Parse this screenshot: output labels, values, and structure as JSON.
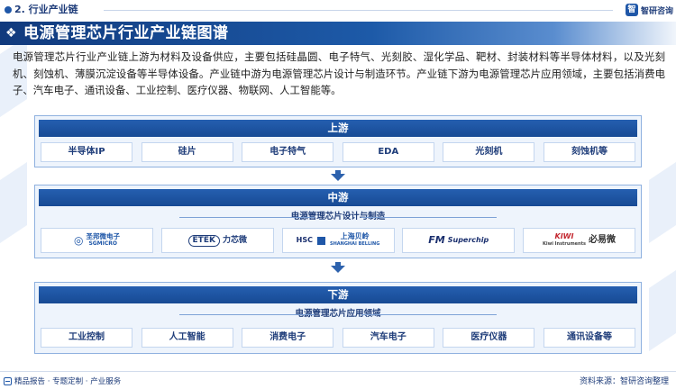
{
  "header": {
    "section": "2. 行业产业链",
    "brand_mark": "智",
    "brand_name": "智研咨询"
  },
  "title": "电源管理芯片行业产业链图谱",
  "intro": "电源管理芯片行业产业链上游为材料及设备供应，主要包括硅晶圆、电子特气、光刻胶、湿化学品、靶材、封装材料等半导体材料，以及光刻机、刻蚀机、薄膜沉淀设备等半导体设备。产业链中游为电源管理芯片设计与制造环节。产业链下游为电源管理芯片应用领域，主要包括消费电子、汽车电子、通讯设备、工业控制、医疗仪器、物联网、人工智能等。",
  "upstream": {
    "label": "上游",
    "items": [
      "半导体IP",
      "硅片",
      "电子特气",
      "EDA",
      "光刻机",
      "刻蚀机等"
    ]
  },
  "midstream": {
    "label": "中游",
    "sub": "电源管理芯片设计与制造",
    "logos": [
      {
        "mark": "◎",
        "name": "圣邦微电子",
        "sub": "SGMICRO",
        "color": "#1f57a8"
      },
      {
        "mark": "ETEK",
        "name": "力芯微",
        "sub": "",
        "color": "#1f3d7a"
      },
      {
        "mark": "HSC",
        "name": "上海贝岭",
        "sub": "SHANGHAI BELLING",
        "color": "#1f57a8"
      },
      {
        "mark": "FM",
        "name": "Superchip",
        "sub": "",
        "color": "#1a2f6e"
      },
      {
        "mark": "KIWI",
        "name": "必易微",
        "sub": "Kiwi Instruments",
        "color": "#c3262e"
      }
    ]
  },
  "downstream": {
    "label": "下游",
    "sub": "电源管理芯片应用领域",
    "items": [
      "工业控制",
      "人工智能",
      "消费电子",
      "汽车电子",
      "医疗仪器",
      "通讯设备等"
    ]
  },
  "footer": {
    "left": "精品报告 · 专题定制 · 产业服务",
    "right": "资料来源：智研咨询整理"
  }
}
